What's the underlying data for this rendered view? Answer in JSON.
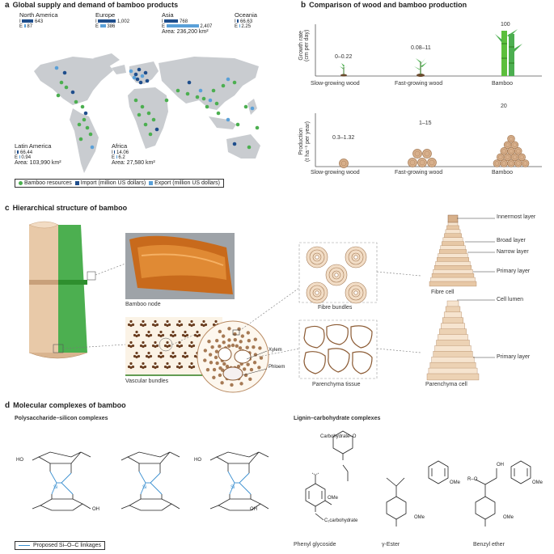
{
  "panel_a": {
    "letter": "a",
    "title": "Global supply and demand of bamboo products",
    "regions": [
      {
        "name": "North America",
        "i_label": "I",
        "i_value": "643",
        "e_label": "E",
        "e_value": "87",
        "area": "",
        "i_frac": 0.35,
        "e_frac": 0.04
      },
      {
        "name": "Europe",
        "i_label": "I",
        "i_value": "1,002",
        "e_label": "E",
        "e_value": "386",
        "area": "",
        "i_frac": 0.55,
        "e_frac": 0.17
      },
      {
        "name": "Asia",
        "i_label": "I",
        "i_value": "768",
        "e_label": "E",
        "e_value": "2,407",
        "area": "Area: 236,200 km²",
        "i_frac": 0.42,
        "e_frac": 1.0
      },
      {
        "name": "Oceania",
        "i_label": "I",
        "i_value": "66.63",
        "e_label": "E",
        "e_value": "2.25",
        "area": "",
        "i_frac": 0.04,
        "e_frac": 0.01
      },
      {
        "name": "Latin America",
        "i_label": "I",
        "i_value": "66.44",
        "e_label": "E",
        "e_value": "0.94",
        "area": "Area: 103,990 km²",
        "i_frac": 0.04,
        "e_frac": 0.01
      },
      {
        "name": "Africa",
        "i_label": "I",
        "i_value": "14.06",
        "e_label": "E",
        "e_value": "6.2",
        "area": "Area: 27,580 km²",
        "i_frac": 0.02,
        "e_frac": 0.01
      }
    ],
    "legend": {
      "resources": "Bamboo resources",
      "import": "Import (million US dollars)",
      "export": "Export (million US dollars)"
    },
    "colors": {
      "resources": "#4caf50",
      "import": "#1f4e8c",
      "export": "#5aa0d8",
      "land": "#c9ccd0"
    }
  },
  "panel_b": {
    "letter": "b",
    "title": "Comparison of wood and bamboo production",
    "top": {
      "ylabel_1": "Growth rate",
      "ylabel_2": "(cm per day)",
      "items": [
        {
          "label": "Slow-growing wood",
          "value": "0–0.22"
        },
        {
          "label": "Fast-growing wood",
          "value": "0.08–11"
        },
        {
          "label": "Bamboo",
          "value": "100"
        }
      ]
    },
    "bottom": {
      "ylabel_1": "Production",
      "ylabel_2": "(t ha⁻¹ per year)",
      "items": [
        {
          "label": "Slow-growing wood",
          "value": "0.3–1.32"
        },
        {
          "label": "Fast-growing wood",
          "value": "1–15"
        },
        {
          "label": "Bamboo",
          "value": "20"
        }
      ]
    }
  },
  "panel_c": {
    "letter": "c",
    "title": "Hierarchical structure of bamboo",
    "labels": {
      "node": "Bamboo node",
      "vascular": "Vascular bundles",
      "xylem": "Xylem",
      "phloem": "Phloem",
      "fibre_bundles": "Fibre bundles",
      "parenchyma_tissue": "Parenchyma tissue",
      "innermost": "Innermost layer",
      "broad": "Broad layer",
      "narrow": "Narrow layer",
      "primary1": "Primary layer",
      "fibre_cell": "Fibre cell",
      "lumen": "Cell lumen",
      "primary2": "Primary layer",
      "parenchyma_cell": "Parenchyma cell"
    }
  },
  "panel_d": {
    "letter": "d",
    "title": "Molecular complexes of bamboo",
    "left_title": "Polysaccharide–silicon complexes",
    "right_title": "Lignin–carbohydrate complexes",
    "si": "Si",
    "ho": "HO",
    "oh": "OH",
    "carbohydrate": "Carbohydrate",
    "c1carb": "C₁carbohydrate",
    "ome": "OMe",
    "r": "R",
    "o": "O",
    "legend": "Proposed Si–O–C linkages",
    "names": [
      "Phenyl glycoside",
      "γ-Ester",
      "Benzyl ether"
    ]
  }
}
